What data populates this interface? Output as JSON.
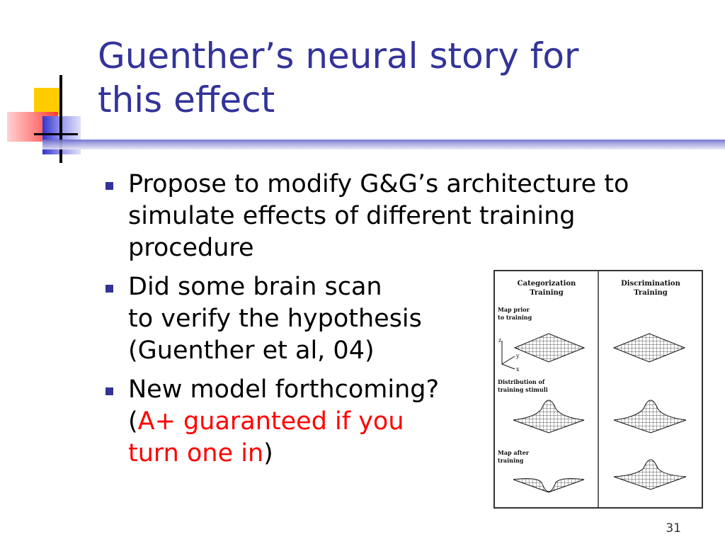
{
  "slide": {
    "title_line1": "Guenther’s neural story for",
    "title_line2": "this effect",
    "page_number": "31"
  },
  "bullets": [
    {
      "lines": [
        "Propose to modify G&G’s architecture to",
        "simulate effects of different training",
        "procedure"
      ]
    },
    {
      "lines": [
        "Did some brain scan",
        "to verify the hypothesis",
        "(Guenther et al, 04)"
      ]
    },
    {
      "line1": "New model forthcoming?",
      "open_paren": "(",
      "red1": "A+ guaranteed if you",
      "red2": "turn one in",
      "close_paren": ")"
    }
  ],
  "figure": {
    "col1_line1": "Categorization",
    "col1_line2": "Training",
    "col2_line1": "Discrimination",
    "col2_line2": "Training",
    "row1_line1": "Map prior",
    "row1_line2": "to training",
    "row2_line1": "Distribution of",
    "row2_line2": "training stimuli",
    "row3_line1": "Map after",
    "row3_line2": "training",
    "axis_z": "z",
    "axis_y": "y",
    "axis_x": "x"
  },
  "colors": {
    "title": "#333399",
    "bullet": "#333399",
    "emphasis": "#ff0000",
    "logo_yellow": "#ffcc00",
    "logo_red": "#ff4444",
    "logo_blue": "#3333cc"
  },
  "icons": [
    "slide-logo-icon",
    "bullet-square-icon"
  ]
}
